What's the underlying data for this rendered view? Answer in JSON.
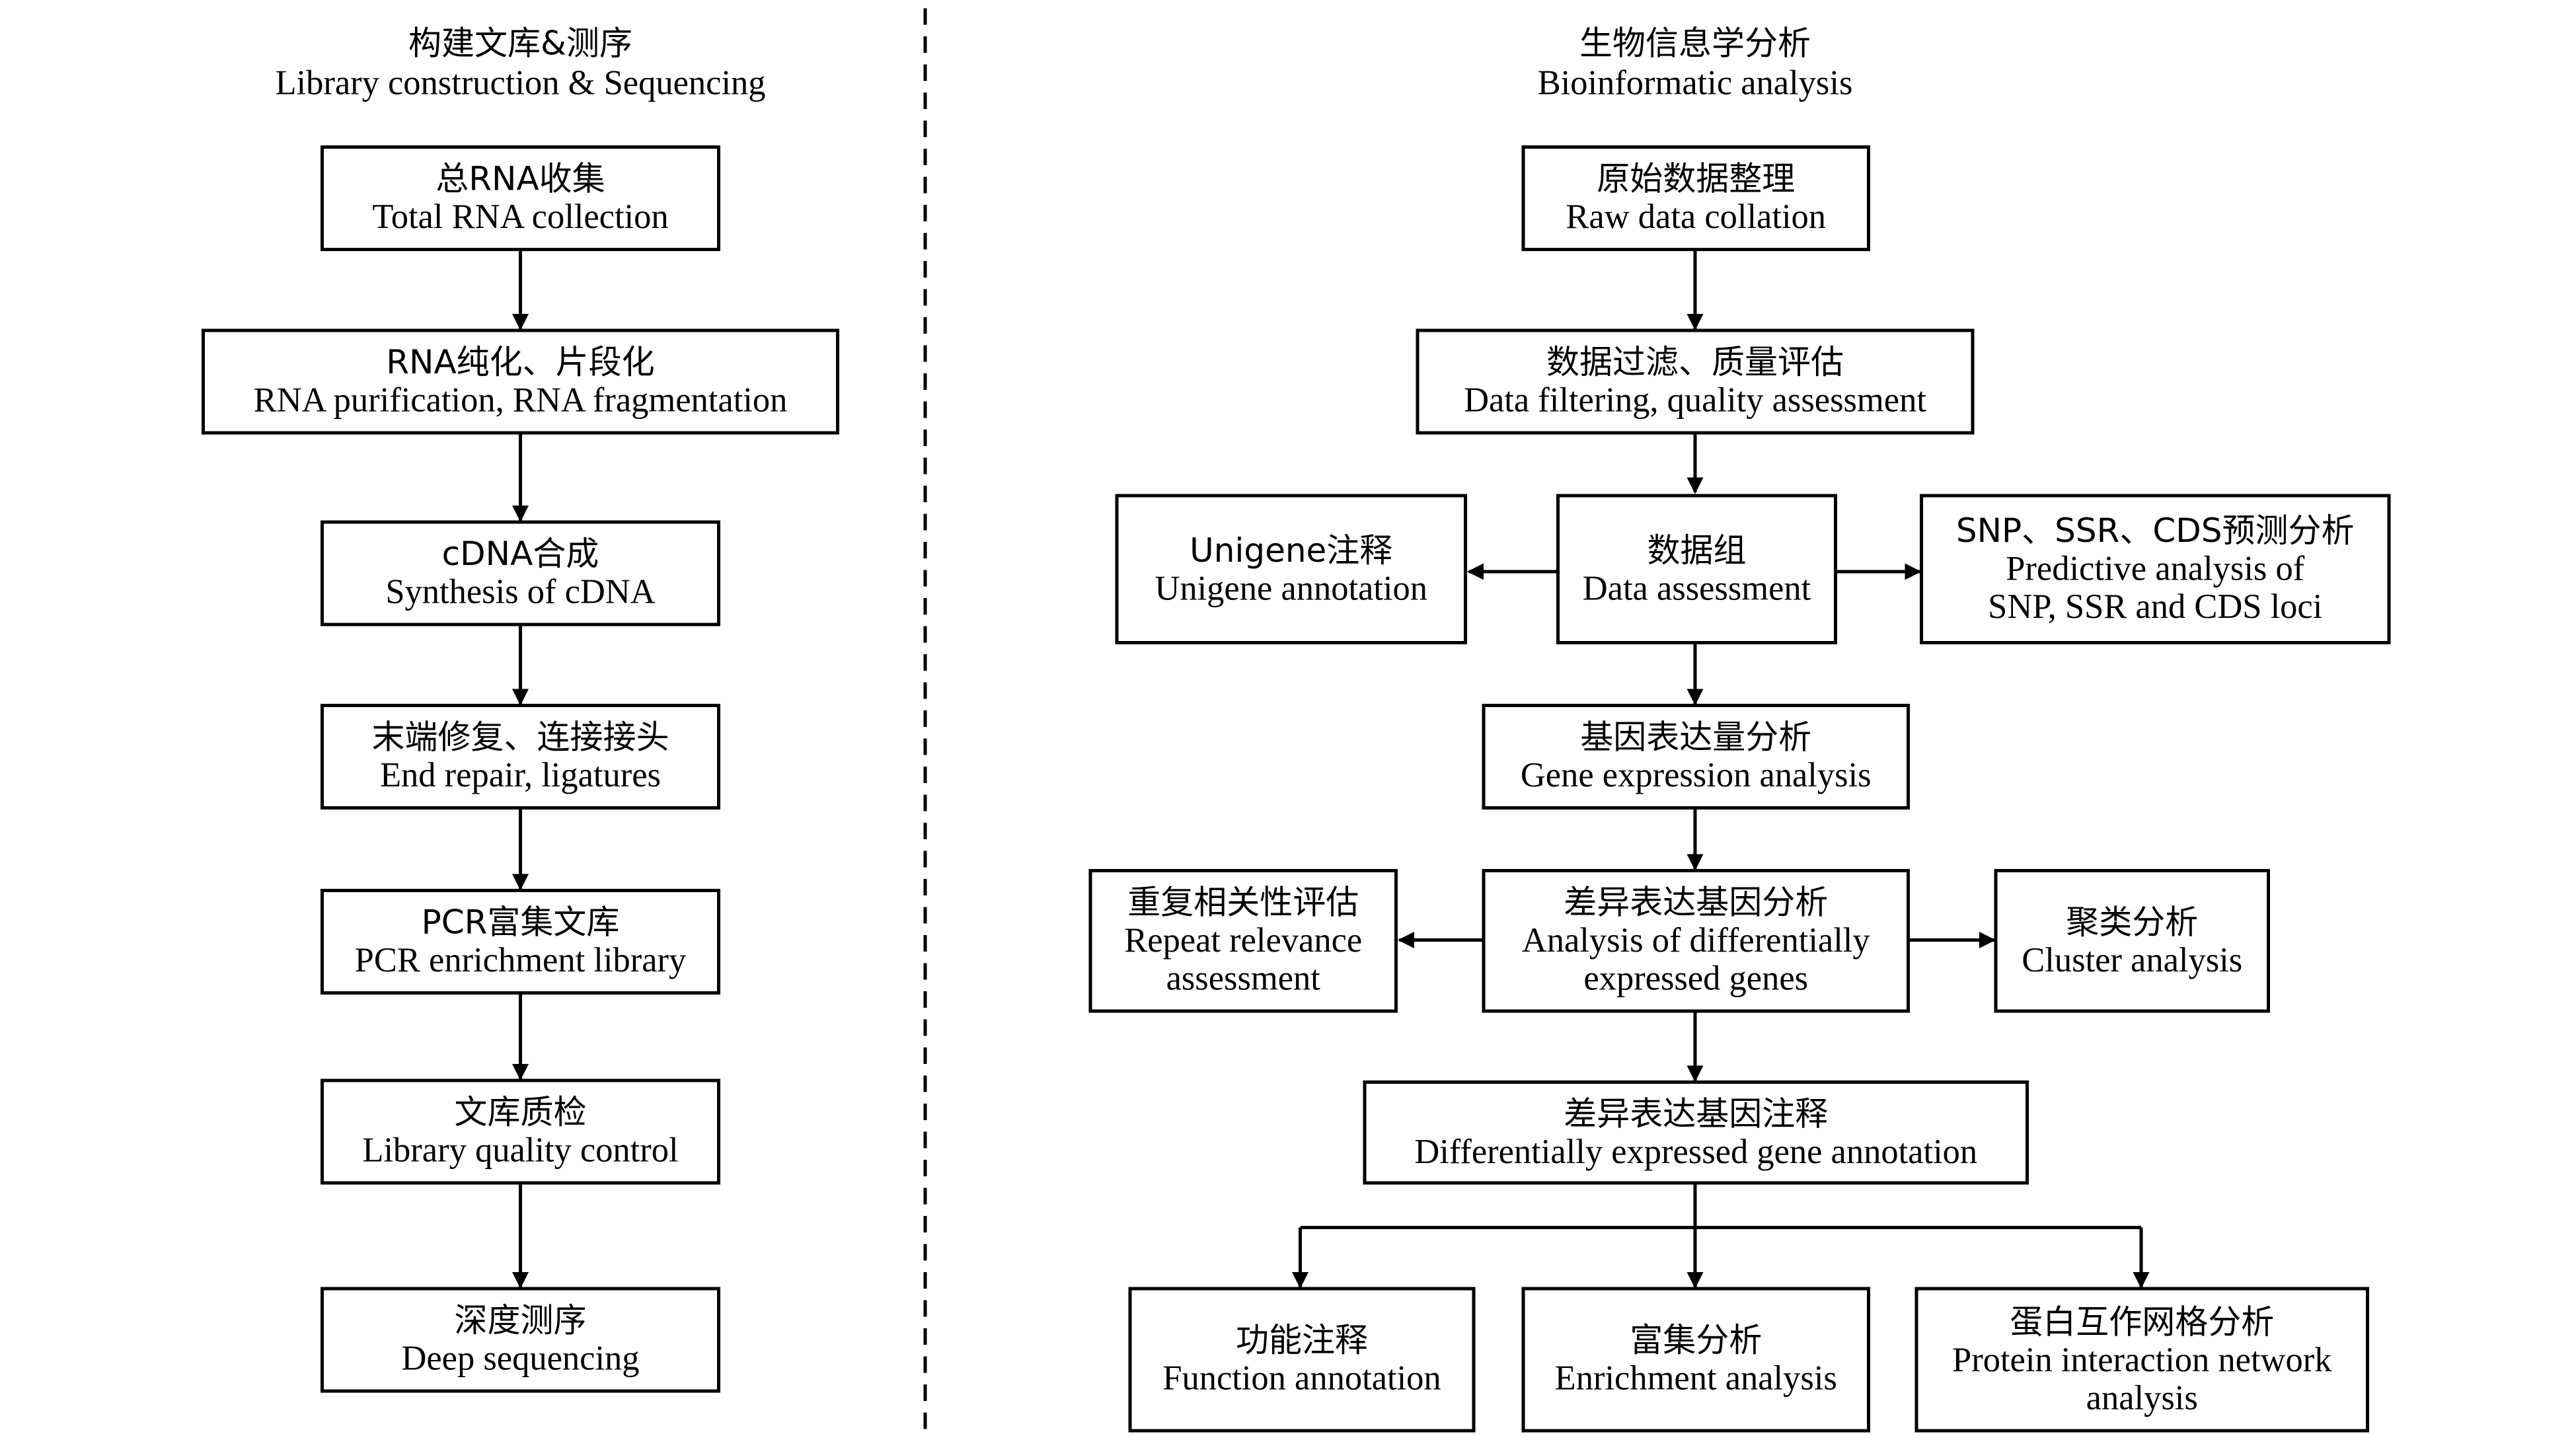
{
  "sections": {
    "left": {
      "zh": "构建文库&测序",
      "en": "Library construction & Sequencing"
    },
    "right": {
      "zh": "生物信息学分析",
      "en": "Bioinformatic analysis"
    }
  },
  "left_steps": [
    {
      "zh": "总RNA收集",
      "en": "Total RNA collection"
    },
    {
      "zh": "RNA纯化、片段化",
      "en": "RNA purification, RNA fragmentation"
    },
    {
      "zh": "cDNA合成",
      "en": "Synthesis of cDNA"
    },
    {
      "zh": "末端修复、连接接头",
      "en": "End repair, ligatures"
    },
    {
      "zh": "PCR富集文库",
      "en": "PCR enrichment library"
    },
    {
      "zh": "文库质检",
      "en": "Library quality control"
    },
    {
      "zh": "深度测序",
      "en": "Deep sequencing"
    }
  ],
  "right_nodes": {
    "raw": {
      "zh": "原始数据整理",
      "en": "Raw data collation"
    },
    "filter": {
      "zh": "数据过滤、质量评估",
      "en": "Data filtering, quality assessment"
    },
    "assess": {
      "zh": "数据组",
      "en": "Data assessment"
    },
    "unigene": {
      "zh": "Unigene注释",
      "en": "Unigene annotation"
    },
    "snp": {
      "zh": "SNP、SSR、CDS预测分析",
      "en1": "Predictive analysis of",
      "en2": "SNP, SSR and CDS loci"
    },
    "expr": {
      "zh": "基因表达量分析",
      "en": "Gene expression analysis"
    },
    "deg": {
      "zh": "差异表达基因分析",
      "en1": "Analysis of differentially",
      "en2": "expressed genes"
    },
    "repeat": {
      "zh": "重复相关性评估",
      "en1": "Repeat relevance",
      "en2": "assessment"
    },
    "cluster": {
      "zh": "聚类分析",
      "en": "Cluster analysis"
    },
    "degannot": {
      "zh": "差异表达基因注释",
      "en": "Differentially expressed gene annotation"
    },
    "func": {
      "zh": "功能注释",
      "en": "Function annotation"
    },
    "enrich": {
      "zh": "富集分析",
      "en": "Enrichment analysis"
    },
    "ppi": {
      "zh": "蛋白互作网格分析",
      "en1": "Protein interaction network",
      "en2": "analysis"
    }
  }
}
